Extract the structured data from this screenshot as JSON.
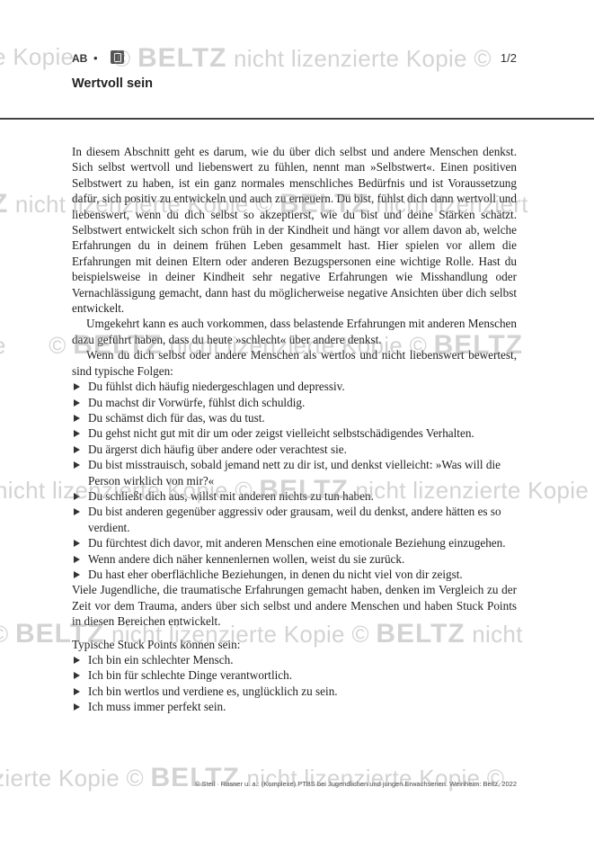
{
  "header": {
    "tag": "AB",
    "separator": "•",
    "badge_icon": "worksheet-icon",
    "page": "1/2"
  },
  "title": "Wertvoll sein",
  "paragraphs": {
    "p1": "In diesem Abschnitt geht es darum, wie du über dich selbst und andere Menschen denkst. Sich selbst wertvoll und liebenswert zu fühlen, nennt man »Selbstwert«. Einen positiven Selbstwert zu haben, ist ein ganz normales menschliches Bedürfnis und ist Voraussetzung dafür, sich positiv zu entwickeln und auch zu erneuern. Du bist, fühlst dich dann wertvoll und liebenswert, wenn du dich selbst so akzeptierst, wie du bist und deine Stärken schätzt. Selbstwert entwickelt sich schon früh in der Kindheit und hängt vor allem davon ab, welche Erfahrungen du in deinem frühen Leben gesammelt hast. Hier spielen vor allem die Erfahrungen mit deinen Eltern oder anderen Bezugspersonen eine wichtige Rolle. Hast du beispielsweise in deiner Kindheit sehr negative Erfahrungen wie Misshandlung oder Vernachlässigung gemacht, dann hast du möglicherweise negative Ansichten über dich selbst entwickelt.",
    "p2": "Umgekehrt kann es auch vorkommen, dass belastende Erfahrungen mit anderen Menschen dazu geführt haben, dass du heute »schlecht« über andere denkst.",
    "p3": "Wenn du dich selbst oder andere Menschen als wertlos und nicht liebenswert bewertest, sind typische Folgen:",
    "p4": "Viele Jugendliche, die traumatische Erfahrungen gemacht haben, denken im Vergleich zu der Zeit vor dem Trauma, anders über sich selbst und andere Menschen und haben Stuck Points in diesen Bereichen entwickelt.",
    "p5": "Typische Stuck Points können sein:"
  },
  "consequences": [
    "Du fühlst dich häufig niedergeschlagen und depressiv.",
    "Du machst dir Vorwürfe, fühlst dich schuldig.",
    "Du schämst dich für das, was du tust.",
    "Du gehst nicht gut mit dir um oder zeigst vielleicht selbstschädigendes Verhalten.",
    "Du ärgerst dich häufig über andere oder verachtest sie.",
    "Du bist misstrauisch, sobald jemand nett zu dir ist, und denkst vielleicht: »Was will die Person wirklich von mir?«",
    "Du schließt dich aus, willst mit anderen nichts zu tun haben.",
    "Du bist anderen gegenüber aggressiv oder grausam, weil du denkst, andere hätten es so verdient.",
    "Du fürchtest dich davor, mit anderen Menschen eine emotionale Beziehung einzugehen.",
    "Wenn andere dich näher kennenlernen wollen, weist du sie zurück.",
    "Du hast eher oberflächliche Beziehungen, in denen du nicht viel von dir zeigst."
  ],
  "stuck_points": [
    "Ich bin ein schlechter Mensch.",
    "Ich bin für schlechte Dinge verantwortlich.",
    "Ich bin wertlos und verdiene es, unglücklich zu sein.",
    "Ich muss immer perfekt sein."
  ],
  "footer": "© Steil · Rosner u. a.: (Komplexe) PTBS bei Jugendlichen und jungen Erwachsenen. Weinheim: Beltz, 2022",
  "watermark": {
    "brand": "BELTZ",
    "text": "nicht lizenzierte Kopie",
    "fragment_a": "e Kopie",
    "fragment_b": "nicht lizenziert",
    "fragment_c": "nicht",
    "symbol": "©"
  }
}
